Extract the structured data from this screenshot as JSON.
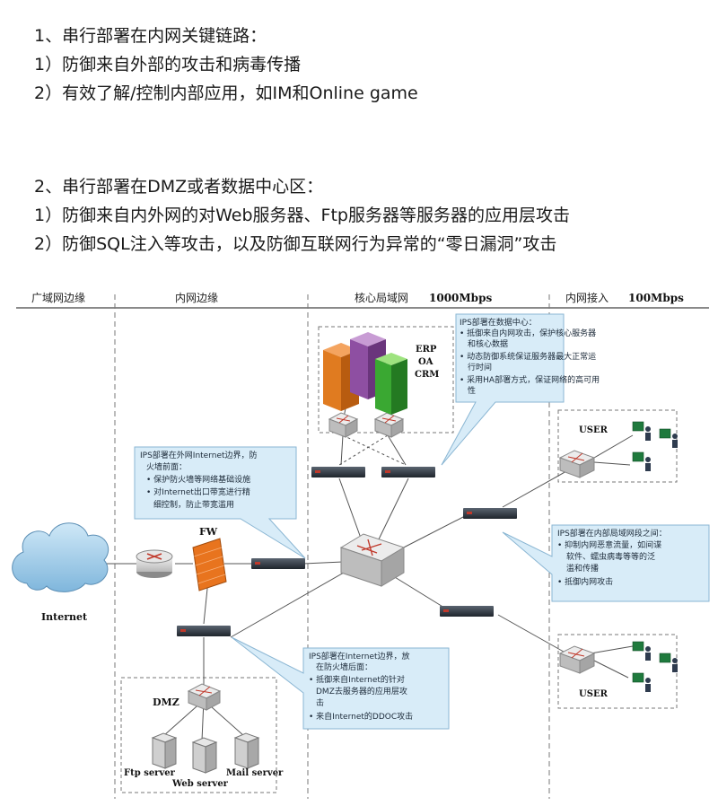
{
  "block1": {
    "title": "1、串行部署在内网关键链路：",
    "item1": "1）防御来自外部的攻击和病毒传播",
    "item2": "2）有效了解/控制内部应用，如IM和Online game"
  },
  "block2": {
    "title": "2、串行部署在DMZ或者数据中心区：",
    "item1": "1）防御来自内外网的对Web服务器、Ftp服务器等服务器的应用层攻击",
    "item2": "2）防御SQL注入等攻击，以及防御互联网行为异常的“零日漏洞”攻击"
  },
  "diagram": {
    "zones": {
      "wan": "广域网边缘",
      "inner_edge": "内网边缘",
      "core": "核心局域网",
      "core_speed": "1000Mbps",
      "access": "内网接入",
      "access_speed": "100Mbps"
    },
    "labels": {
      "internet": "Internet",
      "fw": "FW",
      "dmz": "DMZ",
      "ftp_server": "Ftp server",
      "web_server": "Web server",
      "mail_server": "Mail server",
      "erp": "ERP",
      "oa": "OA",
      "crm": "CRM",
      "user_top": "USER",
      "user_bottom": "USER"
    },
    "callouts": {
      "datacenter": {
        "title": "IPS部署在数据中心：",
        "lines": [
          "• 抵御来自内网攻击，保护核心服务器",
          "和核心数据",
          "• 动态防御系统保证服务器最大正常运",
          "行时间",
          "• 采用HA部署方式，保证网络的高可用",
          "性"
        ]
      },
      "outer": {
        "title": "IPS部署在外网Internet边界，防",
        "lines": [
          "火墙前面：",
          "• 保护防火墙等网络基础设施",
          "• 对Internet出口带宽进行精",
          "细控制，防止带宽滥用"
        ]
      },
      "lan": {
        "title": "IPS部署在内部局域网段之间：",
        "lines": [
          "• 抑制内网恶意流量，如间谍",
          "软件、蠕虫病毒等等的泛",
          "滥和传播",
          "• 抵御内网攻击"
        ]
      },
      "inner": {
        "title": "IPS部署在Internet边界，放",
        "lines": [
          "在防火墙后面：",
          "• 抵御来自Internet的针对",
          "DMZ去服务器的应用层攻",
          "击",
          "• 来自Internet的DDOC攻击"
        ]
      }
    }
  }
}
